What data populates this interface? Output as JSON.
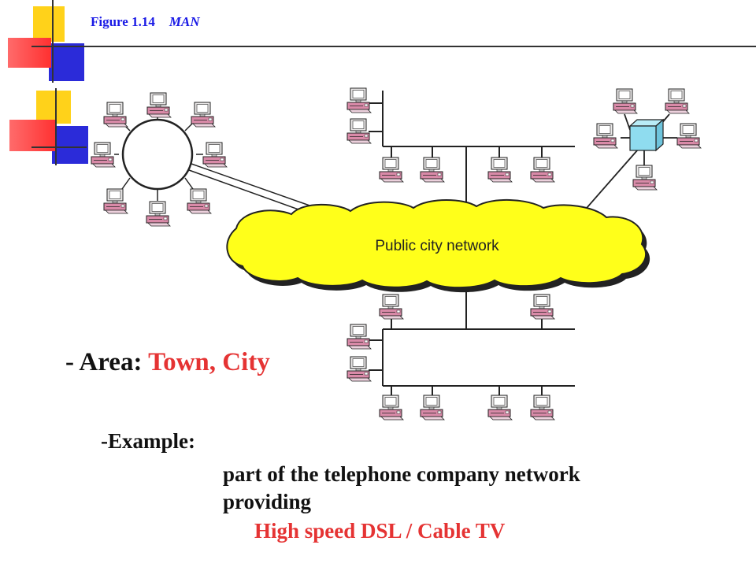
{
  "slide": {
    "figure_label": "Figure 1.14",
    "figure_name": "MAN",
    "colors": {
      "title": "#1a1ae6",
      "highlight": "#e53333",
      "cloud": "#ffff1a",
      "hub": "#8fdcef"
    }
  },
  "diagram": {
    "cloud_label": "Public city network",
    "topology": [
      "ring",
      "bus-upper",
      "star",
      "bus-lower"
    ],
    "icons": "computer-icon"
  },
  "content": {
    "area_prefix": "- Area: ",
    "area_value": "Town, City",
    "example_label": "-Example:",
    "example_line1": "part of the telephone company network",
    "example_line2": "providing",
    "example_line3": "High speed DSL / Cable TV"
  }
}
